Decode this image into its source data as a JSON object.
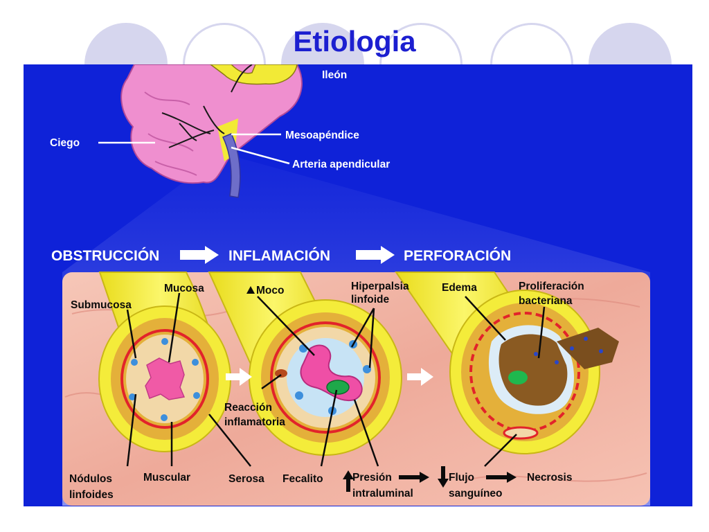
{
  "title": "Etiologia",
  "colors": {
    "title": "#1c1fd0",
    "figure_background": "#0f22d8",
    "tube_yellow": "#f4ec3a",
    "tissue_pink": "#f3b9ab",
    "decor_circle": "#d6d6ee"
  },
  "anatomy": {
    "ileon": "Ileón",
    "ciego": "Ciego",
    "mesoapendice": "Mesoapéndice",
    "arteria": "Arteria apendicular"
  },
  "stages": {
    "obstruccion": "OBSTRUCCIÓN",
    "inflamacion": "INFLAMACIÓN",
    "perforacion": "PERFORACIÓN"
  },
  "labels": {
    "submucosa": "Submucosa",
    "mucosa": "Mucosa",
    "moco": "Moco",
    "hiperplasia_1": "Hiperpalsia",
    "hiperplasia_2": "linfoide",
    "edema": "Edema",
    "proliferacion_1": "Proliferación",
    "proliferacion_2": "bacteriana",
    "reaccion_1": "Reacción",
    "reaccion_2": "inflamatoria",
    "nodulos_1": "Nódulos",
    "nodulos_2": "linfoides",
    "muscular": "Muscular",
    "serosa": "Serosa",
    "fecalito": "Fecalito",
    "presion_1": "Presión",
    "presion_2": "intraluminal",
    "flujo_1": "Flujo",
    "flujo_2": "sanguíneo",
    "necrosis": "Necrosis"
  }
}
